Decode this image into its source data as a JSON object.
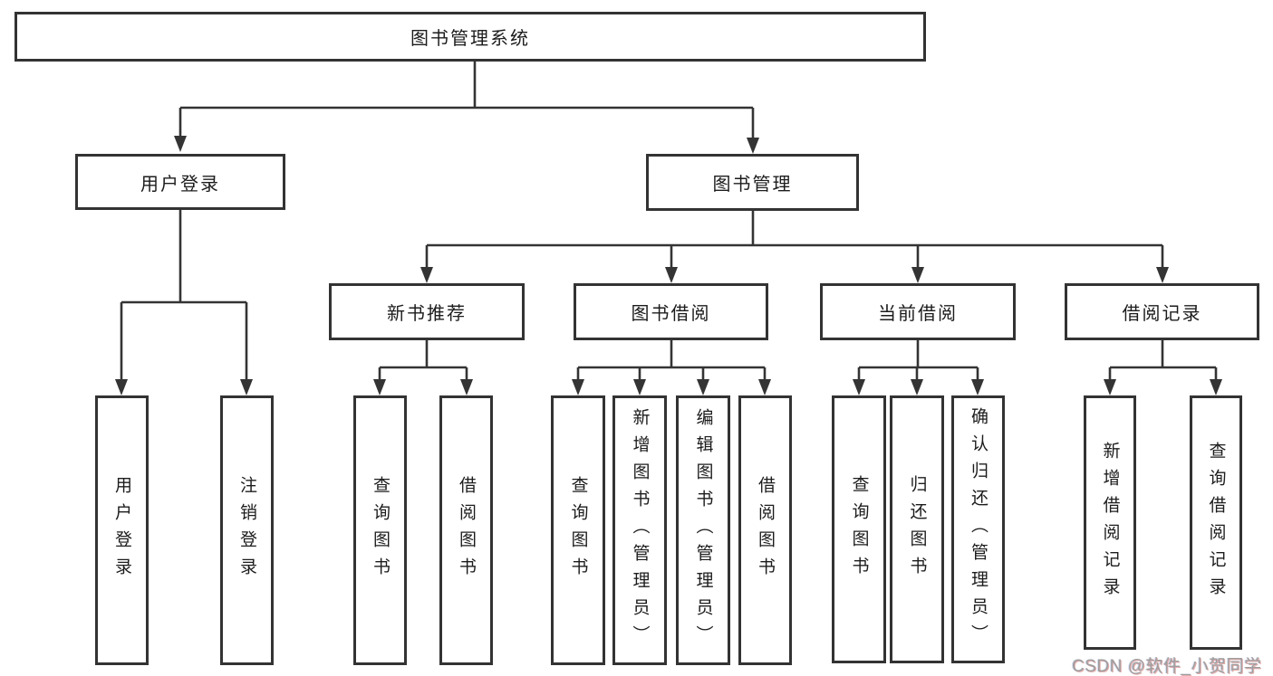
{
  "diagram": {
    "root": "图书管理系统",
    "level1": {
      "user_login": "用户登录",
      "book_mgmt": "图书管理"
    },
    "level2": {
      "new_book": "新书推荐",
      "book_borrow": "图书借阅",
      "current_borrow": "当前借阅",
      "borrow_record": "借阅记录"
    },
    "leaves": {
      "user_login": [
        "用户登录",
        "注销登录"
      ],
      "new_book": [
        "查询图书",
        "借阅图书"
      ],
      "book_borrow": [
        "查询图书",
        "新增图书（管理员）",
        "编辑图书（管理员）",
        "借阅图书"
      ],
      "current_borrow": [
        "查询图书",
        "归还图书",
        "确认归还（管理员）"
      ],
      "borrow_record": [
        "新增借阅记录",
        "查询借阅记录"
      ]
    }
  },
  "watermark": "CSDN @软件_小贺同学",
  "colors": {
    "line": "#343434",
    "box_border": "#333333",
    "text": "#1c1c1c",
    "watermark": "#9e9e9e"
  }
}
